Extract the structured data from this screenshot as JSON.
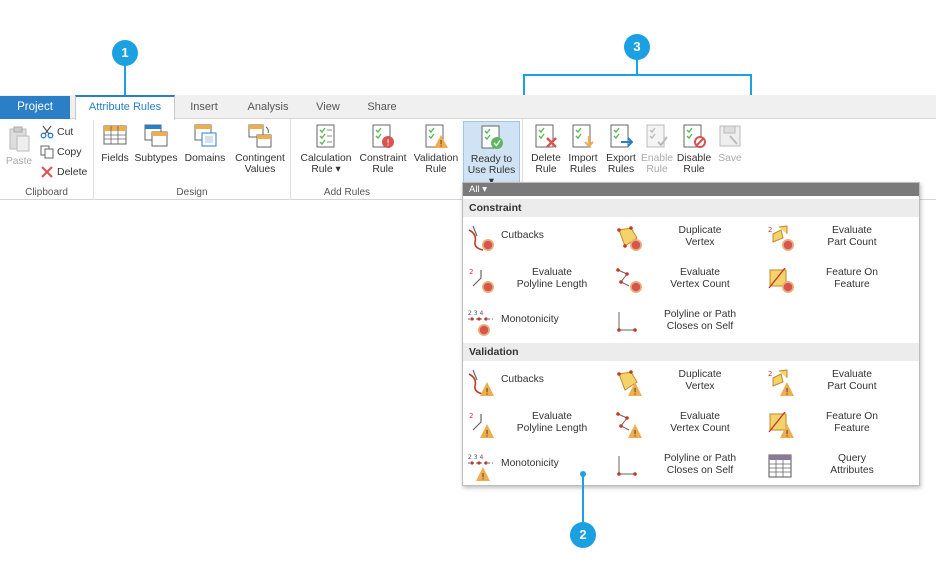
{
  "tabs": {
    "project": "Project",
    "attribute_rules": "Attribute Rules",
    "insert": "Insert",
    "analysis": "Analysis",
    "view": "View",
    "share": "Share"
  },
  "clipboard": {
    "label": "Clipboard",
    "paste": "Paste",
    "cut": "Cut",
    "copy": "Copy",
    "delete": "Delete"
  },
  "design": {
    "label": "Design",
    "fields": "Fields",
    "subtypes": "Subtypes",
    "domains": "Domains",
    "contingent_1": "Contingent",
    "contingent_2": "Values"
  },
  "add_rules": {
    "label": "Add Rules",
    "calculation_1": "Calculation",
    "calculation_2": "Rule",
    "constraint_1": "Constraint",
    "constraint_2": "Rule",
    "validation_1": "Validation",
    "validation_2": "Rule",
    "ready_1": "Ready to",
    "ready_2": "Use Rules"
  },
  "manage": {
    "delete_1": "Delete",
    "delete_2": "Rule",
    "import_1": "Import",
    "import_2": "Rules",
    "export_1": "Export",
    "export_2": "Rules",
    "enable_1": "Enable",
    "enable_2": "Rule",
    "disable_1": "Disable",
    "disable_2": "Rule",
    "save": "Save"
  },
  "callouts": {
    "one": "1",
    "two": "2",
    "three": "3"
  },
  "gallery": {
    "filter": "All",
    "constraint": {
      "title": "Constraint",
      "items": [
        {
          "l1": "Cutbacks",
          "l2": ""
        },
        {
          "l1": "Duplicate",
          "l2": "Vertex"
        },
        {
          "l1": "Evaluate",
          "l2": "Part Count"
        },
        {
          "l1": "Evaluate",
          "l2": "Polyline Length"
        },
        {
          "l1": "Evaluate",
          "l2": "Vertex Count"
        },
        {
          "l1": "Feature On",
          "l2": "Feature"
        },
        {
          "l1": "Monotonicity",
          "l2": ""
        },
        {
          "l1": "Polyline or Path",
          "l2": "Closes on Self"
        }
      ]
    },
    "validation": {
      "title": "Validation",
      "items": [
        {
          "l1": "Cutbacks",
          "l2": ""
        },
        {
          "l1": "Duplicate",
          "l2": "Vertex"
        },
        {
          "l1": "Evaluate",
          "l2": "Part Count"
        },
        {
          "l1": "Evaluate",
          "l2": "Polyline Length"
        },
        {
          "l1": "Evaluate",
          "l2": "Vertex Count"
        },
        {
          "l1": "Feature On",
          "l2": "Feature"
        },
        {
          "l1": "Monotonicity",
          "l2": ""
        },
        {
          "l1": "Polyline or Path",
          "l2": "Closes on Self"
        },
        {
          "l1": "Query",
          "l2": "Attributes"
        }
      ]
    }
  },
  "colors": {
    "accent": "#2a7fc6",
    "callout": "#1ba1e2",
    "error": "#d9534f",
    "warning": "#f0ad4e"
  }
}
